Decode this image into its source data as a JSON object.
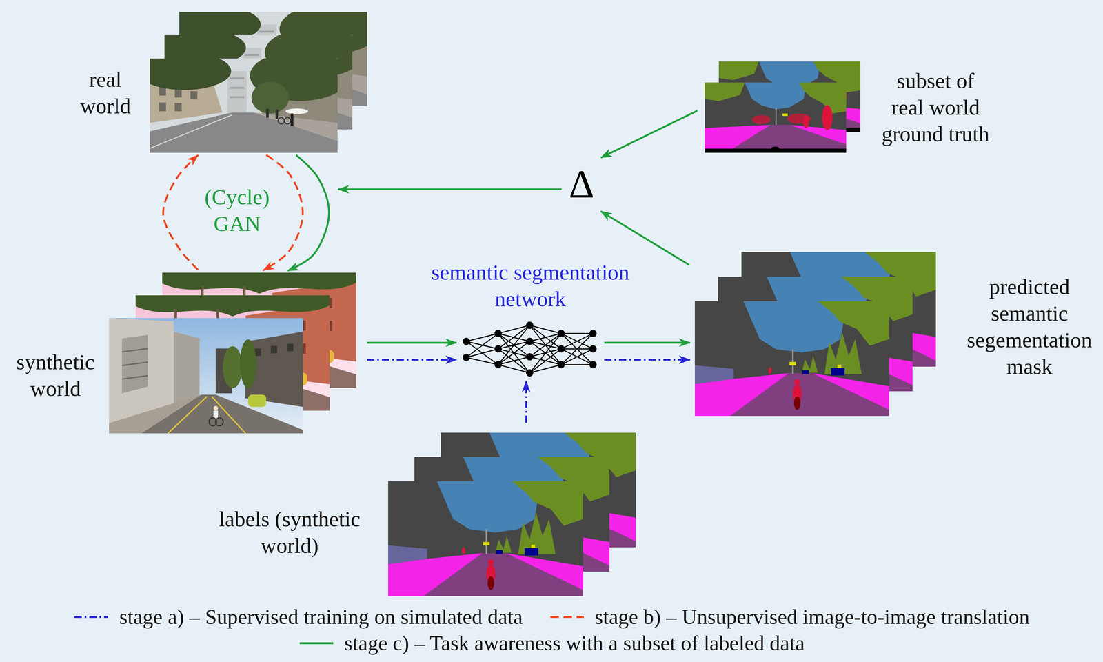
{
  "diagram": {
    "nodes": [
      {
        "text": [
          "real world"
        ]
      },
      {
        "text": [
          "subset of real world ground truth"
        ]
      },
      {
        "text": [
          "Δ"
        ]
      },
      {
        "text": [
          "(Cycle) GAN"
        ]
      },
      {
        "text": [
          "synthetic world"
        ]
      },
      {
        "text": [
          "semantic segmentation network"
        ]
      },
      {
        "text": [
          "predicted semantic segementation mask"
        ]
      },
      {
        "text": [
          "labels (synthetic world)"
        ]
      }
    ],
    "edges": [
      {
        "from": 4,
        "to": 0,
        "arrow": "to"
      },
      {
        "from": 0,
        "to": 4,
        "arrow": "to"
      },
      {
        "from": 0,
        "to": 4,
        "arrow": "to"
      },
      {
        "from": 1,
        "to": 2,
        "arrow": "to"
      },
      {
        "from": 6,
        "to": 2,
        "arrow": "to"
      },
      {
        "from": 2,
        "to": 3,
        "arrow": "to"
      },
      {
        "from": 4,
        "to": 5,
        "arrow": "to"
      },
      {
        "from": 4,
        "to": 5,
        "arrow": "to"
      },
      {
        "from": 5,
        "to": 6,
        "arrow": "to"
      },
      {
        "from": 5,
        "to": 6,
        "arrow": "to"
      },
      {
        "from": 7,
        "to": 5,
        "arrow": "to"
      }
    ],
    "legend": [
      {
        "text": "stage a) – Supervised training on simulated data"
      },
      {
        "text": "stage b) – Unsupervised image-to-image translation"
      },
      {
        "text": "stage c) – Task awareness with a subset of labeled data"
      }
    ]
  }
}
